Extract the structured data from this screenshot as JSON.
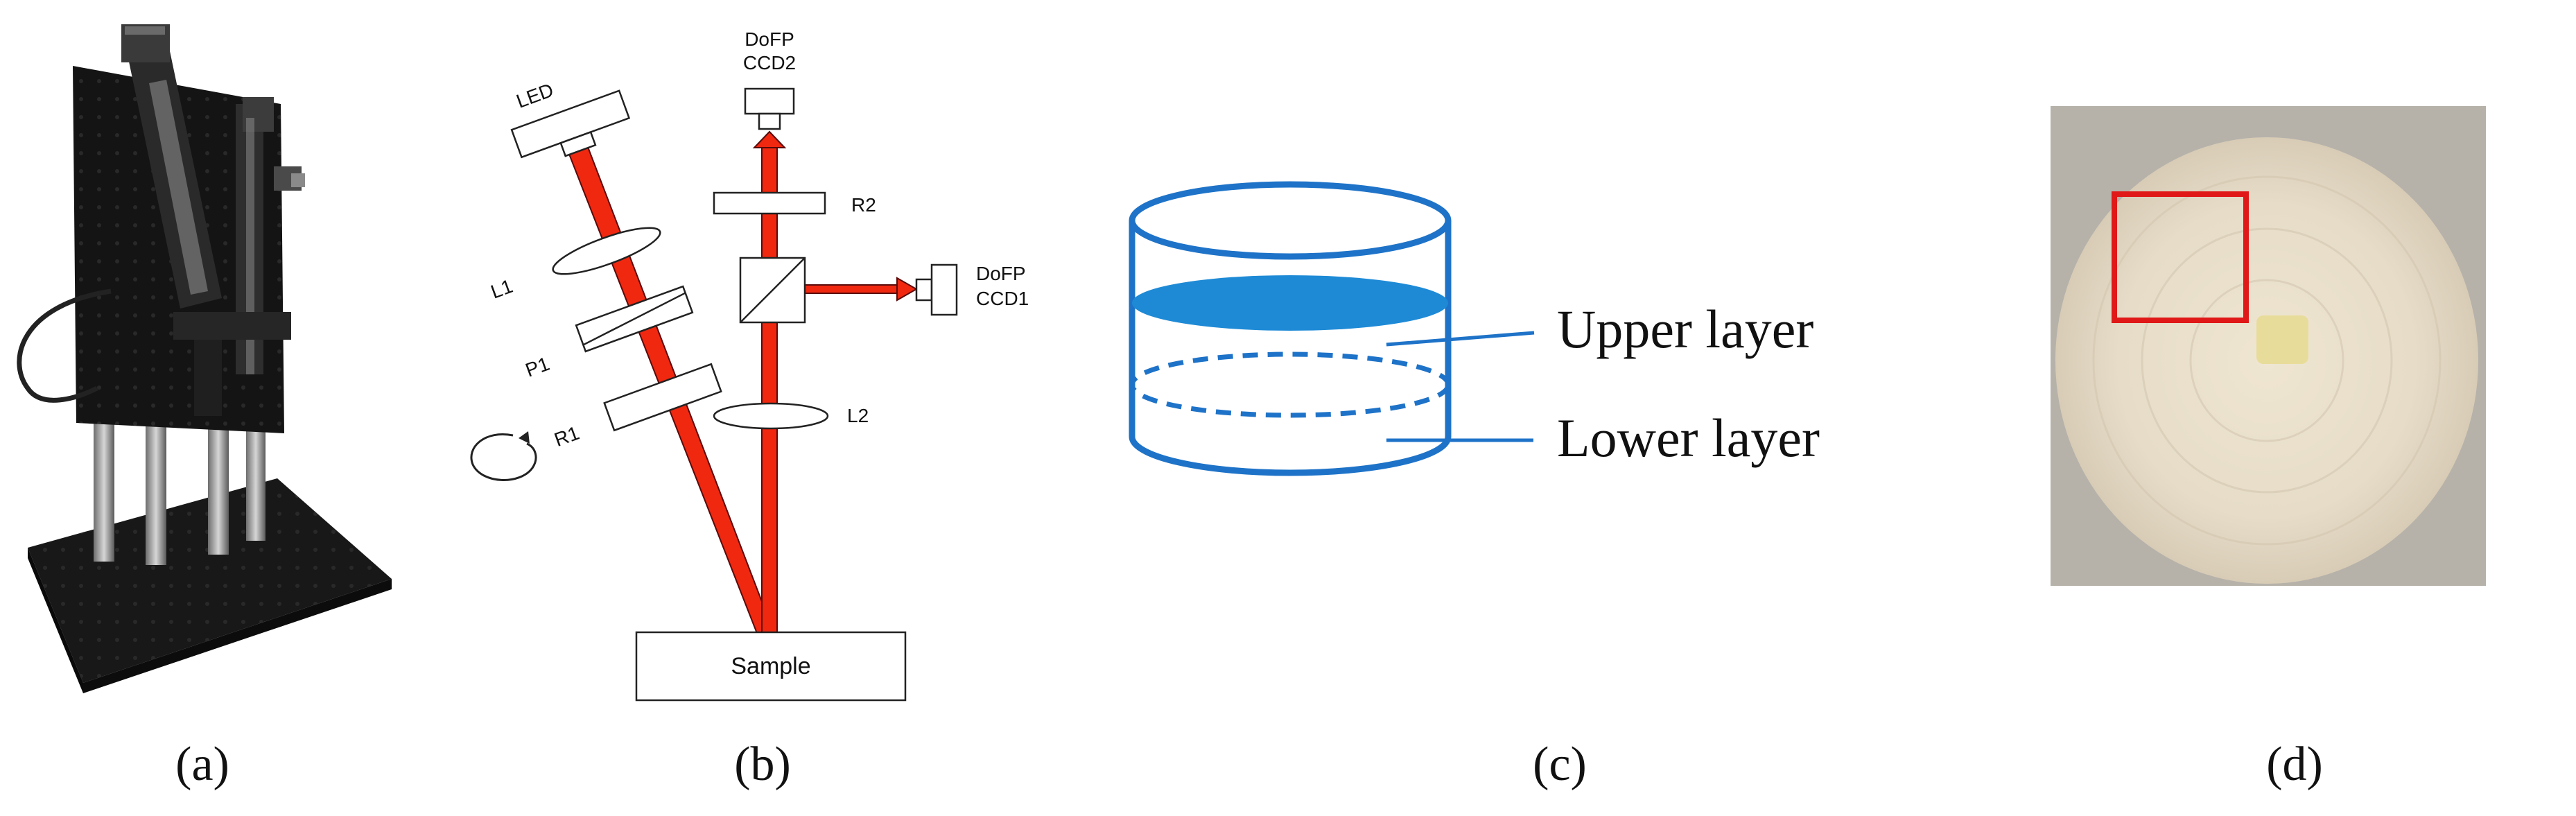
{
  "panels": {
    "a": {
      "caption": "(a)"
    },
    "b": {
      "caption": "(b)",
      "labels": {
        "led": "LED",
        "ccd2_line1": "DoFP",
        "ccd2_line2": "CCD2",
        "ccd1_line1": "DoFP",
        "ccd1_line2": "CCD1",
        "r2": "R2",
        "l1": "L1",
        "p1": "P1",
        "r1": "R1",
        "l2": "L2",
        "sample": "Sample"
      }
    },
    "c": {
      "caption": "(c)",
      "labels": {
        "upper": "Upper layer",
        "lower": "Lower layer"
      }
    },
    "d": {
      "caption": "(d)"
    }
  },
  "colors": {
    "beam": "#f02810",
    "container": "#1e73c8",
    "liquid": "#1e8ad6",
    "roi": "#e01818",
    "disc": "#e6dcc8",
    "disc_bg": "#b6b2aa"
  }
}
